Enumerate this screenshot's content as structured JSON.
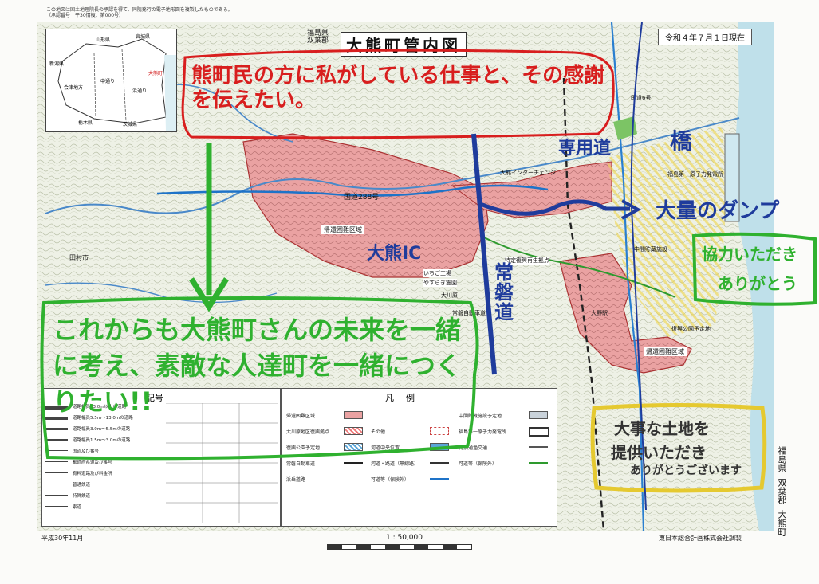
{
  "header": {
    "top_note_line1": "この地図は国土地理院長の承認を得て、同院発行の電子地形図を複製したものである。",
    "top_note_line2": "（承認番号　平30情複、第000号）",
    "prefecture_small_1": "福島県",
    "prefecture_small_2": "双葉郡",
    "map_title": "大熊町管内図",
    "date_label": "令和４年７月１日現在"
  },
  "inset_map": {
    "labels": [
      "山形県",
      "宮城県",
      "新潟県",
      "会津地方",
      "中通り",
      "浜通り",
      "栃木県",
      "茨城県",
      "大熊町"
    ]
  },
  "map_labels": {
    "national_route": "国道288号",
    "ic_label": "大熊インターチェンジ",
    "npp_label": "福島第一原子力発電所",
    "interim_label": "中間貯蔵施設",
    "restricted_1": "帰還困難区域",
    "restricted_2": "帰還困難区域",
    "tamura_city": "田村市",
    "strawberry": "いちご工場",
    "yasuragi": "やすらぎ霊園",
    "specific_zone": "特定復興再生拠点",
    "ohkawahara": "大川原",
    "park": "復興公園予定地",
    "oono_station": "大野駅",
    "route6": "国道6号",
    "joban": "常磐自動車道"
  },
  "handwriting": {
    "red_note": "熊町民の方に私がしている仕事と、その感謝を伝えたい。",
    "blue_tokiwa": "常磐道",
    "blue_okuma_ic": "大熊IC",
    "blue_senyodo": "専用道",
    "blue_bridge": "橋",
    "blue_dump": "大量のダンプ",
    "green_coop": "協力いただき",
    "green_thanks": "ありがとう",
    "green_future": "これからも大熊町さんの未来を一緒に考え、素敵な人達町を一緒につくりたい!!",
    "yellow_land_1": "大事な土地を",
    "yellow_land_2": "提供いただき",
    "yellow_land_3": "ありがとうございます"
  },
  "legend": {
    "title_kigo": "記号",
    "title_hanrei": "凡　例",
    "items_left": [
      "帰還困難区域",
      "大川原地区復興拠点",
      "復興公園予定地",
      "常磐自動車道",
      "浜岳道路"
    ],
    "items_mid": [
      "その他",
      "河道中央位置",
      "河道・路道（無線路）",
      "可道等（保険外）"
    ],
    "items_right": [
      "中間貯蔵施設予定地",
      "福島第一原子力発電所",
      "特別通過交通",
      "可道等（保険外）"
    ],
    "symbols": [
      "道路幅員13.0m以上の道路",
      "道路幅員5.5m〜13.0mの道路",
      "道路幅員3.0m〜5.5mの道路",
      "道路幅員1.5m〜3.0mの道路",
      "国道及び番号",
      "都道府県道及び番号",
      "有料道路及び料金所",
      "普通鉄道",
      "特殊鉄道",
      "索道"
    ]
  },
  "footer": {
    "edition": "平成30年11月",
    "scale": "1 : 50,000",
    "publisher": "東日本総合計画株式会社調製",
    "side_label_1": "福島県",
    "side_label_2": "双葉郡",
    "side_label_3": "大熊町"
  },
  "colors": {
    "red_zone": "#e9a3a3",
    "sea": "#bfe0ea",
    "green_ink": "#2fb12f",
    "blue_ink": "#1f3c9c",
    "red_ink": "#d81e1e",
    "yellow_ink": "#e5c930"
  }
}
